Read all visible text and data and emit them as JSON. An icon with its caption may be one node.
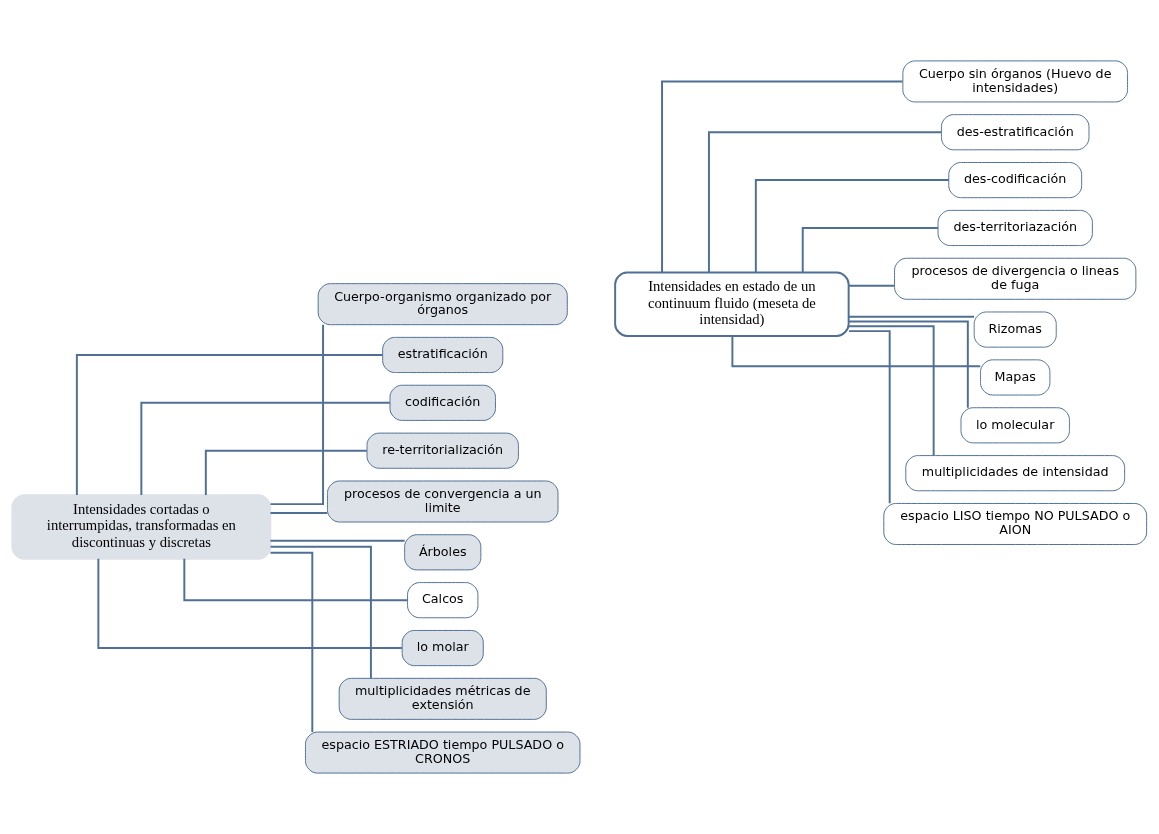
{
  "diagram": {
    "nodes": [
      {
        "text": [
          "Intensidades cortadas o interrumpidas, transformadas en discontinuas y discretas"
        ]
      },
      {
        "text": [
          "Cuerpo-organismo organizado por órganos"
        ]
      },
      {
        "text": [
          "estratificación"
        ]
      },
      {
        "text": [
          "codificación"
        ]
      },
      {
        "text": [
          "re-territorialización"
        ]
      },
      {
        "text": [
          "procesos de convergencia a un limite"
        ]
      },
      {
        "text": [
          "Árboles"
        ]
      },
      {
        "text": [
          "Calcos"
        ]
      },
      {
        "text": [
          "lo molar"
        ]
      },
      {
        "text": [
          "multiplicidades métricas de extensión"
        ]
      },
      {
        "text": [
          "espacio ESTRIADO tiempo PULSADO o CRONOS"
        ]
      },
      {
        "text": [
          "Intensidades en estado de un continuum fluido (meseta de intensidad)"
        ]
      },
      {
        "text": [
          "Cuerpo sin órganos (Huevo de intensidades)"
        ]
      },
      {
        "text": [
          "des-estratificación"
        ]
      },
      {
        "text": [
          "des-codificación"
        ]
      },
      {
        "text": [
          "des-territoriazación"
        ]
      },
      {
        "text": [
          "procesos de divergencia o lineas de fuga"
        ]
      },
      {
        "text": [
          "Rizomas"
        ]
      },
      {
        "text": [
          "Mapas"
        ]
      },
      {
        "text": [
          "lo molecular"
        ]
      },
      {
        "text": [
          "multiplicidades de intensidad"
        ]
      },
      {
        "text": [
          "espacio LISO tiempo NO PULSADO o AION"
        ]
      }
    ],
    "edges": [
      {
        "from": 0,
        "to": 1,
        "arrow": "none"
      },
      {
        "from": 0,
        "to": 2,
        "arrow": "none"
      },
      {
        "from": 0,
        "to": 3,
        "arrow": "none"
      },
      {
        "from": 0,
        "to": 4,
        "arrow": "none"
      },
      {
        "from": 0,
        "to": 5,
        "arrow": "none"
      },
      {
        "from": 0,
        "to": 6,
        "arrow": "none"
      },
      {
        "from": 0,
        "to": 7,
        "arrow": "none"
      },
      {
        "from": 0,
        "to": 8,
        "arrow": "none"
      },
      {
        "from": 0,
        "to": 9,
        "arrow": "none"
      },
      {
        "from": 0,
        "to": 10,
        "arrow": "none"
      },
      {
        "from": 11,
        "to": 12,
        "arrow": "none"
      },
      {
        "from": 11,
        "to": 13,
        "arrow": "none"
      },
      {
        "from": 11,
        "to": 14,
        "arrow": "none"
      },
      {
        "from": 11,
        "to": 15,
        "arrow": "none"
      },
      {
        "from": 11,
        "to": 16,
        "arrow": "none"
      },
      {
        "from": 11,
        "to": 17,
        "arrow": "none"
      },
      {
        "from": 11,
        "to": 18,
        "arrow": "none"
      },
      {
        "from": 11,
        "to": 19,
        "arrow": "none"
      },
      {
        "from": 11,
        "to": 20,
        "arrow": "none"
      },
      {
        "from": 11,
        "to": 21,
        "arrow": "none"
      }
    ]
  }
}
